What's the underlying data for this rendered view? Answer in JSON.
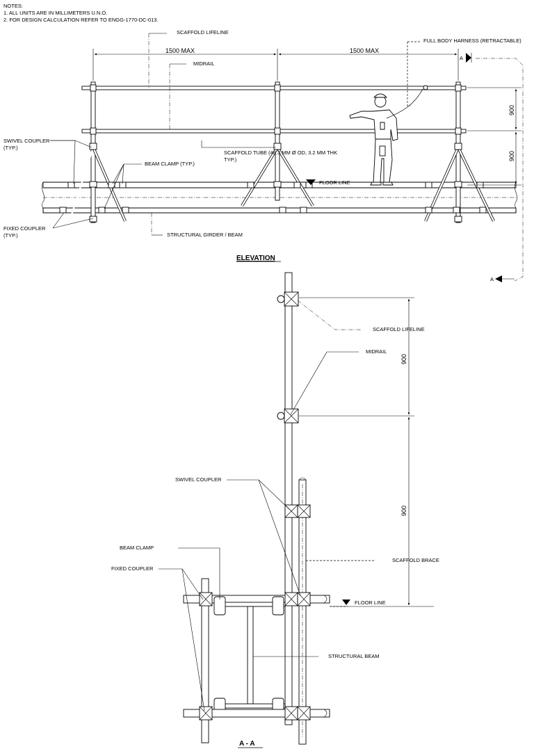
{
  "notes": {
    "heading": "NOTES:",
    "line1": "1. ALL UNITS ARE IN  MILLIMETERS U.N.O.",
    "line2": "2. FOR DESIGN CALCULATION REFER TO ENGG-1770-DC-013."
  },
  "elevation": {
    "title": "ELEVATION",
    "dim_span_left": "1500 MAX",
    "dim_span_right": "1500 MAX",
    "dim_height_upper": "900",
    "dim_height_lower": "900",
    "labels": {
      "scaffold_lifeline": "SCAFFOLD LIFELINE",
      "full_body_harness": "FULL BODY HARNESS (RETRACTABLE)",
      "midrail": "MIDRAIL",
      "swivel_coupler_1": "SWIVEL COUPLER",
      "swivel_coupler_2": "(TYP.)",
      "beam_clamp": "BEAM CLAMP (TYP.)",
      "scaffold_tube_1": "SCAFFOLD TUBE (48.3 MM Ø OD, 3.2 MM THK",
      "scaffold_tube_2": "TYP.)",
      "floor_line": "FLOOR LINE",
      "fixed_coupler_1": "FIXED COUPLER",
      "fixed_coupler_2": "(TYP.)",
      "structural_girder": "STRUCTURAL GIRDER / BEAM"
    },
    "section_marker": "A"
  },
  "section": {
    "title": "A - A",
    "dim_upper": "900",
    "dim_lower": "900",
    "labels": {
      "scaffold_lifeline": "SCAFFOLD LIFELINE",
      "midrail": "MIDRAIL",
      "swivel_coupler": "SWIVEL COUPLER",
      "beam_clamp": "BEAM CLAMP",
      "fixed_coupler": "FIXED COUPLER",
      "scaffold_brace": "SCAFFOLD BRACE",
      "floor_line": "FLOOR LINE",
      "structural_beam": "STRUCTURAL BEAM"
    }
  }
}
